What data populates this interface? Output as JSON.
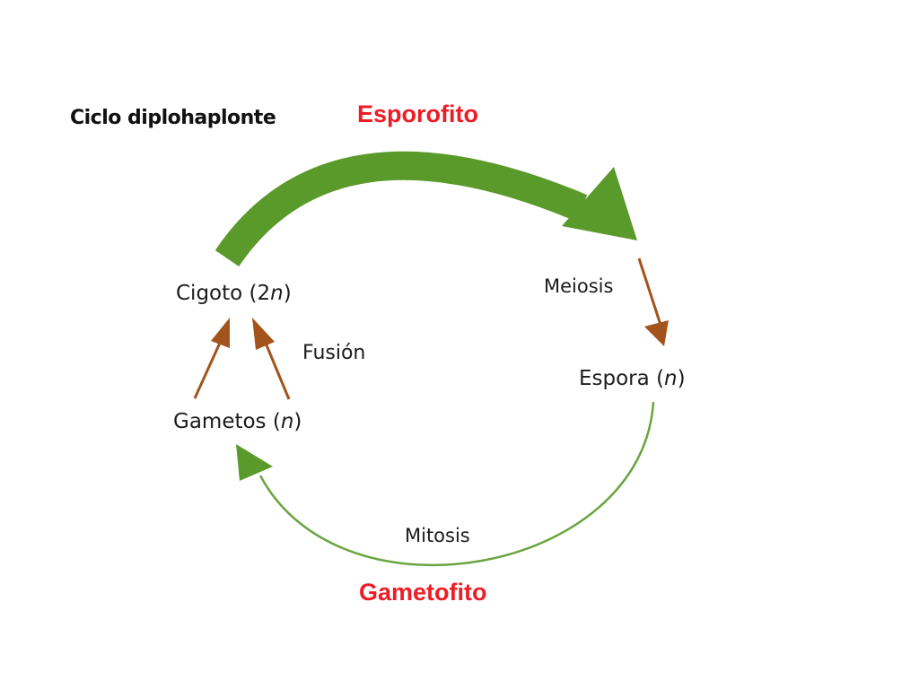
{
  "title": "Ciclo diplohaplonte",
  "stages": {
    "sporophyte": "Esporofito",
    "gametophyte": "Gametofito"
  },
  "nodes": {
    "cigoto": {
      "name": "Cigoto",
      "ploidy_open": "(2",
      "ploidy_n": "n",
      "ploidy_close": ")"
    },
    "gametos": {
      "name": "Gametos",
      "ploidy_open": "(",
      "ploidy_n": "n",
      "ploidy_close": ")"
    },
    "espora": {
      "name": "Espora",
      "ploidy_open": "(",
      "ploidy_n": "n",
      "ploidy_close": ")"
    }
  },
  "processes": {
    "fusion": "Fusión",
    "meiosis": "Meiosis",
    "mitosis": "Mitosis"
  },
  "colors": {
    "arrow_green": "#5a9a2a",
    "arrow_brown": "#a3531c",
    "stage_red": "#ee1c25",
    "text_dark": "#1c1c1c"
  }
}
